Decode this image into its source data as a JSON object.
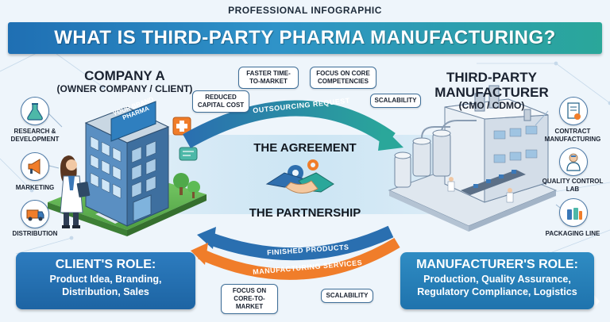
{
  "header": {
    "top_label": "PROFESSIONAL INFOGRAPHIC",
    "title": "WHAT IS THIRD-PARTY PHARMA MANUFACTURING?"
  },
  "client": {
    "name": "COMPANY A",
    "subtitle": "(OWNER COMPANY / CLIENT)",
    "building_sign": "YOUR BRAND PHARMA",
    "functions": [
      {
        "label": "RESEARCH & DEVELOPMENT",
        "icon": "flask-icon"
      },
      {
        "label": "MARKETING",
        "icon": "megaphone-icon"
      },
      {
        "label": "DISTRIBUTION",
        "icon": "truck-icon"
      }
    ]
  },
  "manufacturer": {
    "name": "THIRD-PARTY MANUFACTURER",
    "subtitle": "(CMO / CDMO)",
    "functions": [
      {
        "label": "CONTRACT MANUFACTURING",
        "icon": "contract-icon"
      },
      {
        "label": "QUALITY CONTROL LAB",
        "icon": "scientist-icon"
      },
      {
        "label": "PACKAGING LINE",
        "icon": "bottles-icon"
      }
    ]
  },
  "top_flow": {
    "arrow_label": "OUTSOURCING REQUEST",
    "benefits": [
      "REDUCED CAPITAL COST",
      "FASTER TIME-TO-MARKET",
      "FOCUS ON CORE COMPETENCIES",
      "SCALABILITY"
    ]
  },
  "center": {
    "agreement": "THE AGREEMENT",
    "partnership": "THE PARTNERSHIP"
  },
  "bottom_flow": {
    "arrow_label_1": "FINISHED PRODUCTS",
    "arrow_label_2": "MANUFACTURING SERVICES",
    "benefits": [
      "FOCUS ON CORE-TO-MARKET",
      "SCALABILITY"
    ]
  },
  "client_role": {
    "title": "CLIENT'S ROLE:",
    "lines": [
      "Product Idea, Branding,",
      "Distribution, Sales"
    ]
  },
  "manufacturer_role": {
    "title": "MANUFACTURER'S ROLE:",
    "lines": [
      "Production, Quality Assurance,",
      "Regulatory Compliance, Logistics"
    ]
  },
  "colors": {
    "banner_start": "#1f6fb3",
    "banner_end": "#2aa79a",
    "arrow_blue": "#2a6fb0",
    "arrow_teal": "#2aa79a",
    "arrow_orange": "#f07d2a",
    "client_box": "#1d6aa8",
    "manufacturer_box": "#1f7fb8"
  }
}
